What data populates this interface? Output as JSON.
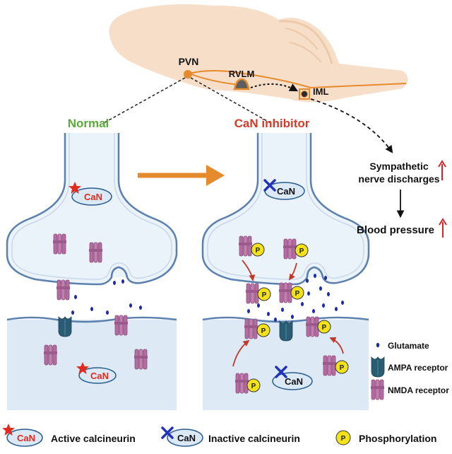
{
  "brain_labels": {
    "pvn": "PVN",
    "rvlm": "RVLM",
    "iml": "IML"
  },
  "panels": {
    "left_title": "Normal",
    "right_title": "CaN inhibitor",
    "can_text": "CaN"
  },
  "effects": {
    "sympathetic_line1": "Sympathetic",
    "sympathetic_line2": "nerve discharges",
    "blood_pressure": "Blood pressure"
  },
  "legend_right": {
    "glutamate": "Glutamate",
    "ampa": "AMPA receptor",
    "nmda": "NMDA receptor"
  },
  "legend_bottom": {
    "active": "Active calcineurin",
    "inactive": "Inactive calcineurin",
    "phosphorylation": "Phosphorylation",
    "p_symbol": "P",
    "can_text": "CaN"
  },
  "colors": {
    "normal_title": "#5aaa3c",
    "inhibitor_title": "#d33a2a",
    "membrane": "#5b80ad",
    "cell_fill": "#eaf2fa",
    "nmda": "#b46da0",
    "ampa": "#2a5d73",
    "phospho": "#f3e21a",
    "arrow_orange": "#e68a2e",
    "brain": "#f6dec8",
    "up_arrow": "#d42626"
  }
}
